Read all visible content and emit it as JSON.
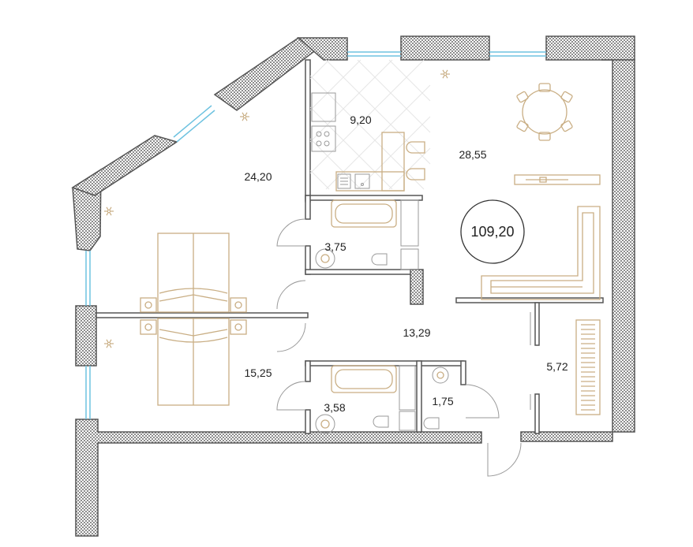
{
  "total_area": "109,20",
  "rooms": [
    {
      "id": "living-west",
      "area": "24,20"
    },
    {
      "id": "kitchen",
      "area": "9,20"
    },
    {
      "id": "living-dining",
      "area": "28,55"
    },
    {
      "id": "bathroom-1",
      "area": "3,75"
    },
    {
      "id": "hallway",
      "area": "13,29"
    },
    {
      "id": "bedroom",
      "area": "15,25"
    },
    {
      "id": "bathroom-2",
      "area": "3,58"
    },
    {
      "id": "wc",
      "area": "1,75"
    },
    {
      "id": "wardrobe",
      "area": "5,72"
    }
  ],
  "colors": {
    "wall_stroke": "#555555",
    "furniture": "#c9ae84",
    "window": "#6ec2e0",
    "door": "#9a9a9a",
    "text": "#222222"
  },
  "icons": [
    "ac-unit-icon"
  ]
}
